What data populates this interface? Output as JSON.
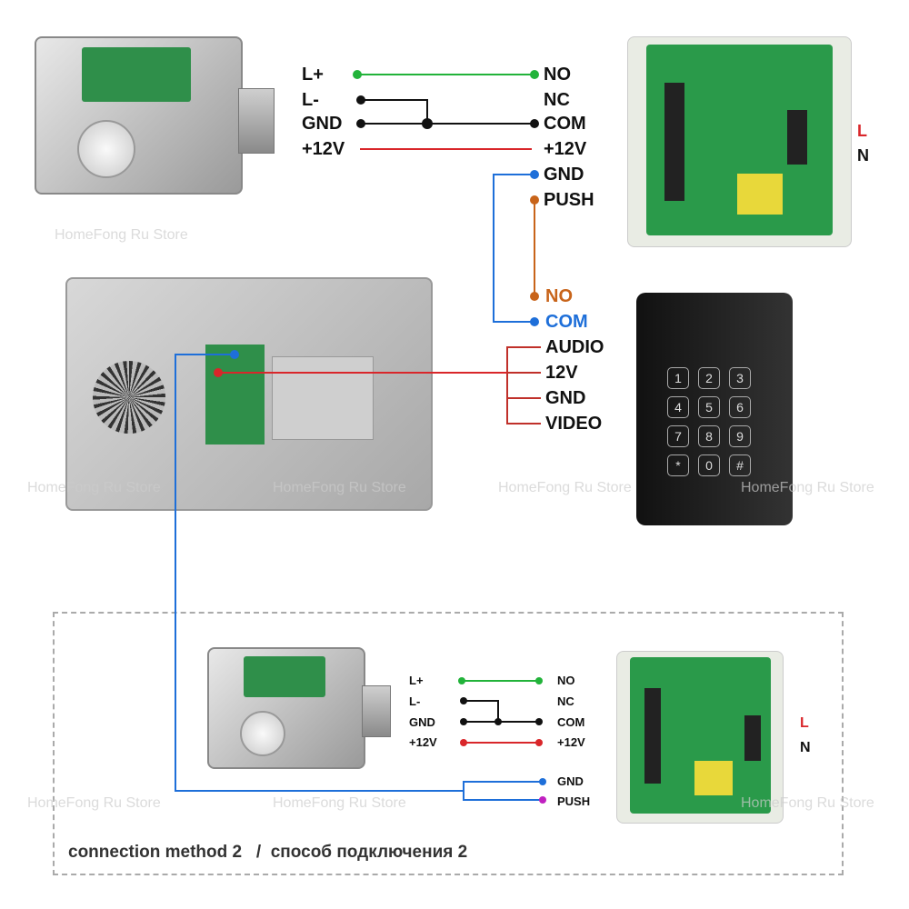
{
  "colors": {
    "green": "#22b33a",
    "black": "#111111",
    "red": "#d9262a",
    "blue": "#1e6fd9",
    "orange": "#c8641a",
    "magenta": "#c020c0"
  },
  "watermark": "HomeFong Ru Store",
  "top": {
    "lock_terms": [
      "L+",
      "L-",
      "GND",
      "+12V"
    ],
    "psu_terms": [
      "NO",
      "NC",
      "COM",
      "+12V",
      "GND",
      "PUSH"
    ],
    "mains": {
      "l": "L",
      "n": "N"
    },
    "keypad_relay": {
      "no": "NO",
      "com": "COM"
    },
    "camera_terms": [
      "AUDIO",
      "12V",
      "GND",
      "VIDEO"
    ]
  },
  "keypad": {
    "keys": [
      "1",
      "2",
      "3",
      "4",
      "5",
      "6",
      "7",
      "8",
      "9",
      "*",
      "0",
      "#"
    ]
  },
  "bottom": {
    "lock_terms": [
      "L+",
      "L-",
      "GND",
      "+12V"
    ],
    "psu_terms": [
      "NO",
      "NC",
      "COM",
      "+12V"
    ],
    "exit_terms": [
      "GND",
      "PUSH"
    ],
    "mains": {
      "l": "L",
      "n": "N"
    },
    "caption": "connection method 2   /  способ подключения 2"
  }
}
